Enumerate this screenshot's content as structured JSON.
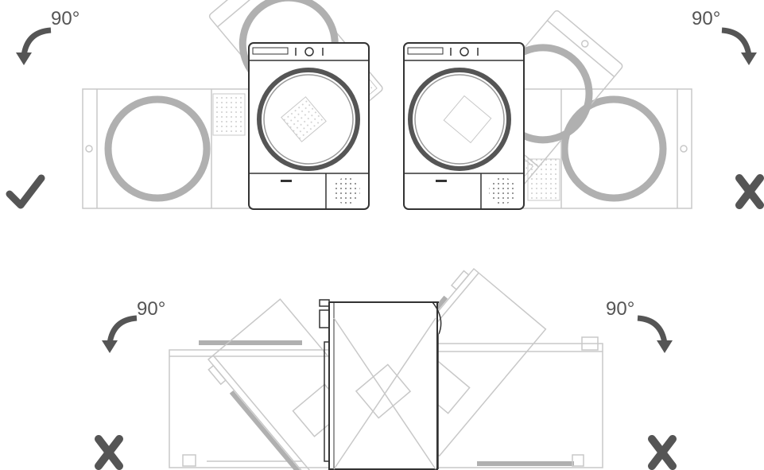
{
  "labels": {
    "top_left_angle": "90°",
    "top_right_angle": "90°",
    "bottom_left_angle": "90°",
    "bottom_right_angle": "90°"
  },
  "marks": {
    "top_left": "allowed",
    "top_right": "not-allowed",
    "bottom_left": "not-allowed",
    "bottom_right": "not-allowed"
  },
  "icons": {
    "rotate_ccw": "rotate-counterclockwise-arrow-icon",
    "rotate_cw": "rotate-clockwise-arrow-icon",
    "check": "check-icon",
    "cross": "cross-icon"
  },
  "colors": {
    "line": "#333333",
    "faded": "#c8c8c8",
    "drum_ring": "#a8a8a8",
    "symbol": "#555555"
  }
}
